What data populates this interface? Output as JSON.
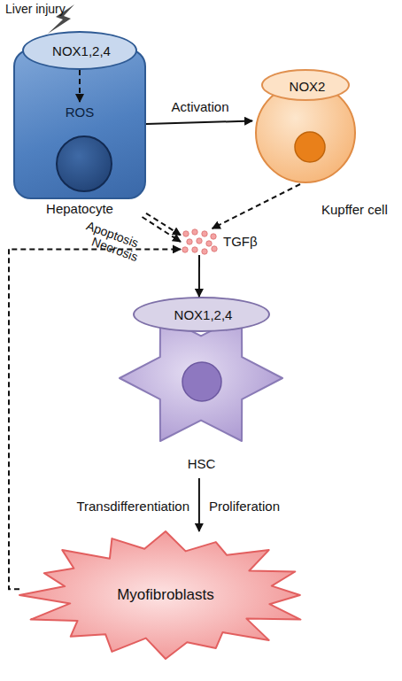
{
  "diagram": {
    "nodes": [
      {
        "text": [
          "Hepatocyte"
        ]
      },
      {
        "text": [
          "NOX1,2,4"
        ],
        "in": 0
      },
      {
        "text": [
          "ROS"
        ],
        "in": 0
      },
      {
        "text": [
          "Kupffer cell"
        ]
      },
      {
        "text": [
          "NOX2"
        ],
        "in": 3
      },
      {
        "text": [
          "TGFβ"
        ]
      },
      {
        "text": [
          "HSC"
        ]
      },
      {
        "text": [
          "NOX1,2,4"
        ],
        "in": 6
      },
      {
        "text": [
          "Myofibroblasts"
        ]
      }
    ],
    "edges": [
      {
        "from": 1,
        "to": 2,
        "arrow": "to"
      },
      {
        "from": 0,
        "to": 3,
        "label": "Activation",
        "arrow": "to"
      },
      {
        "from": 0,
        "to": 5,
        "label": "Apoptosis",
        "arrow": "to"
      },
      {
        "from": 0,
        "to": 5,
        "label": "Necrosis",
        "arrow": "to"
      },
      {
        "from": 3,
        "to": 5,
        "arrow": "to"
      },
      {
        "from": 5,
        "to": 6,
        "arrow": "to"
      },
      {
        "from": 6,
        "to": 8,
        "label": "Transdifferentiation",
        "arrow": "to"
      },
      {
        "from": 8,
        "to": 5,
        "arrow": "to"
      }
    ],
    "labels": [
      "Liver injury",
      "Proliferation"
    ]
  }
}
